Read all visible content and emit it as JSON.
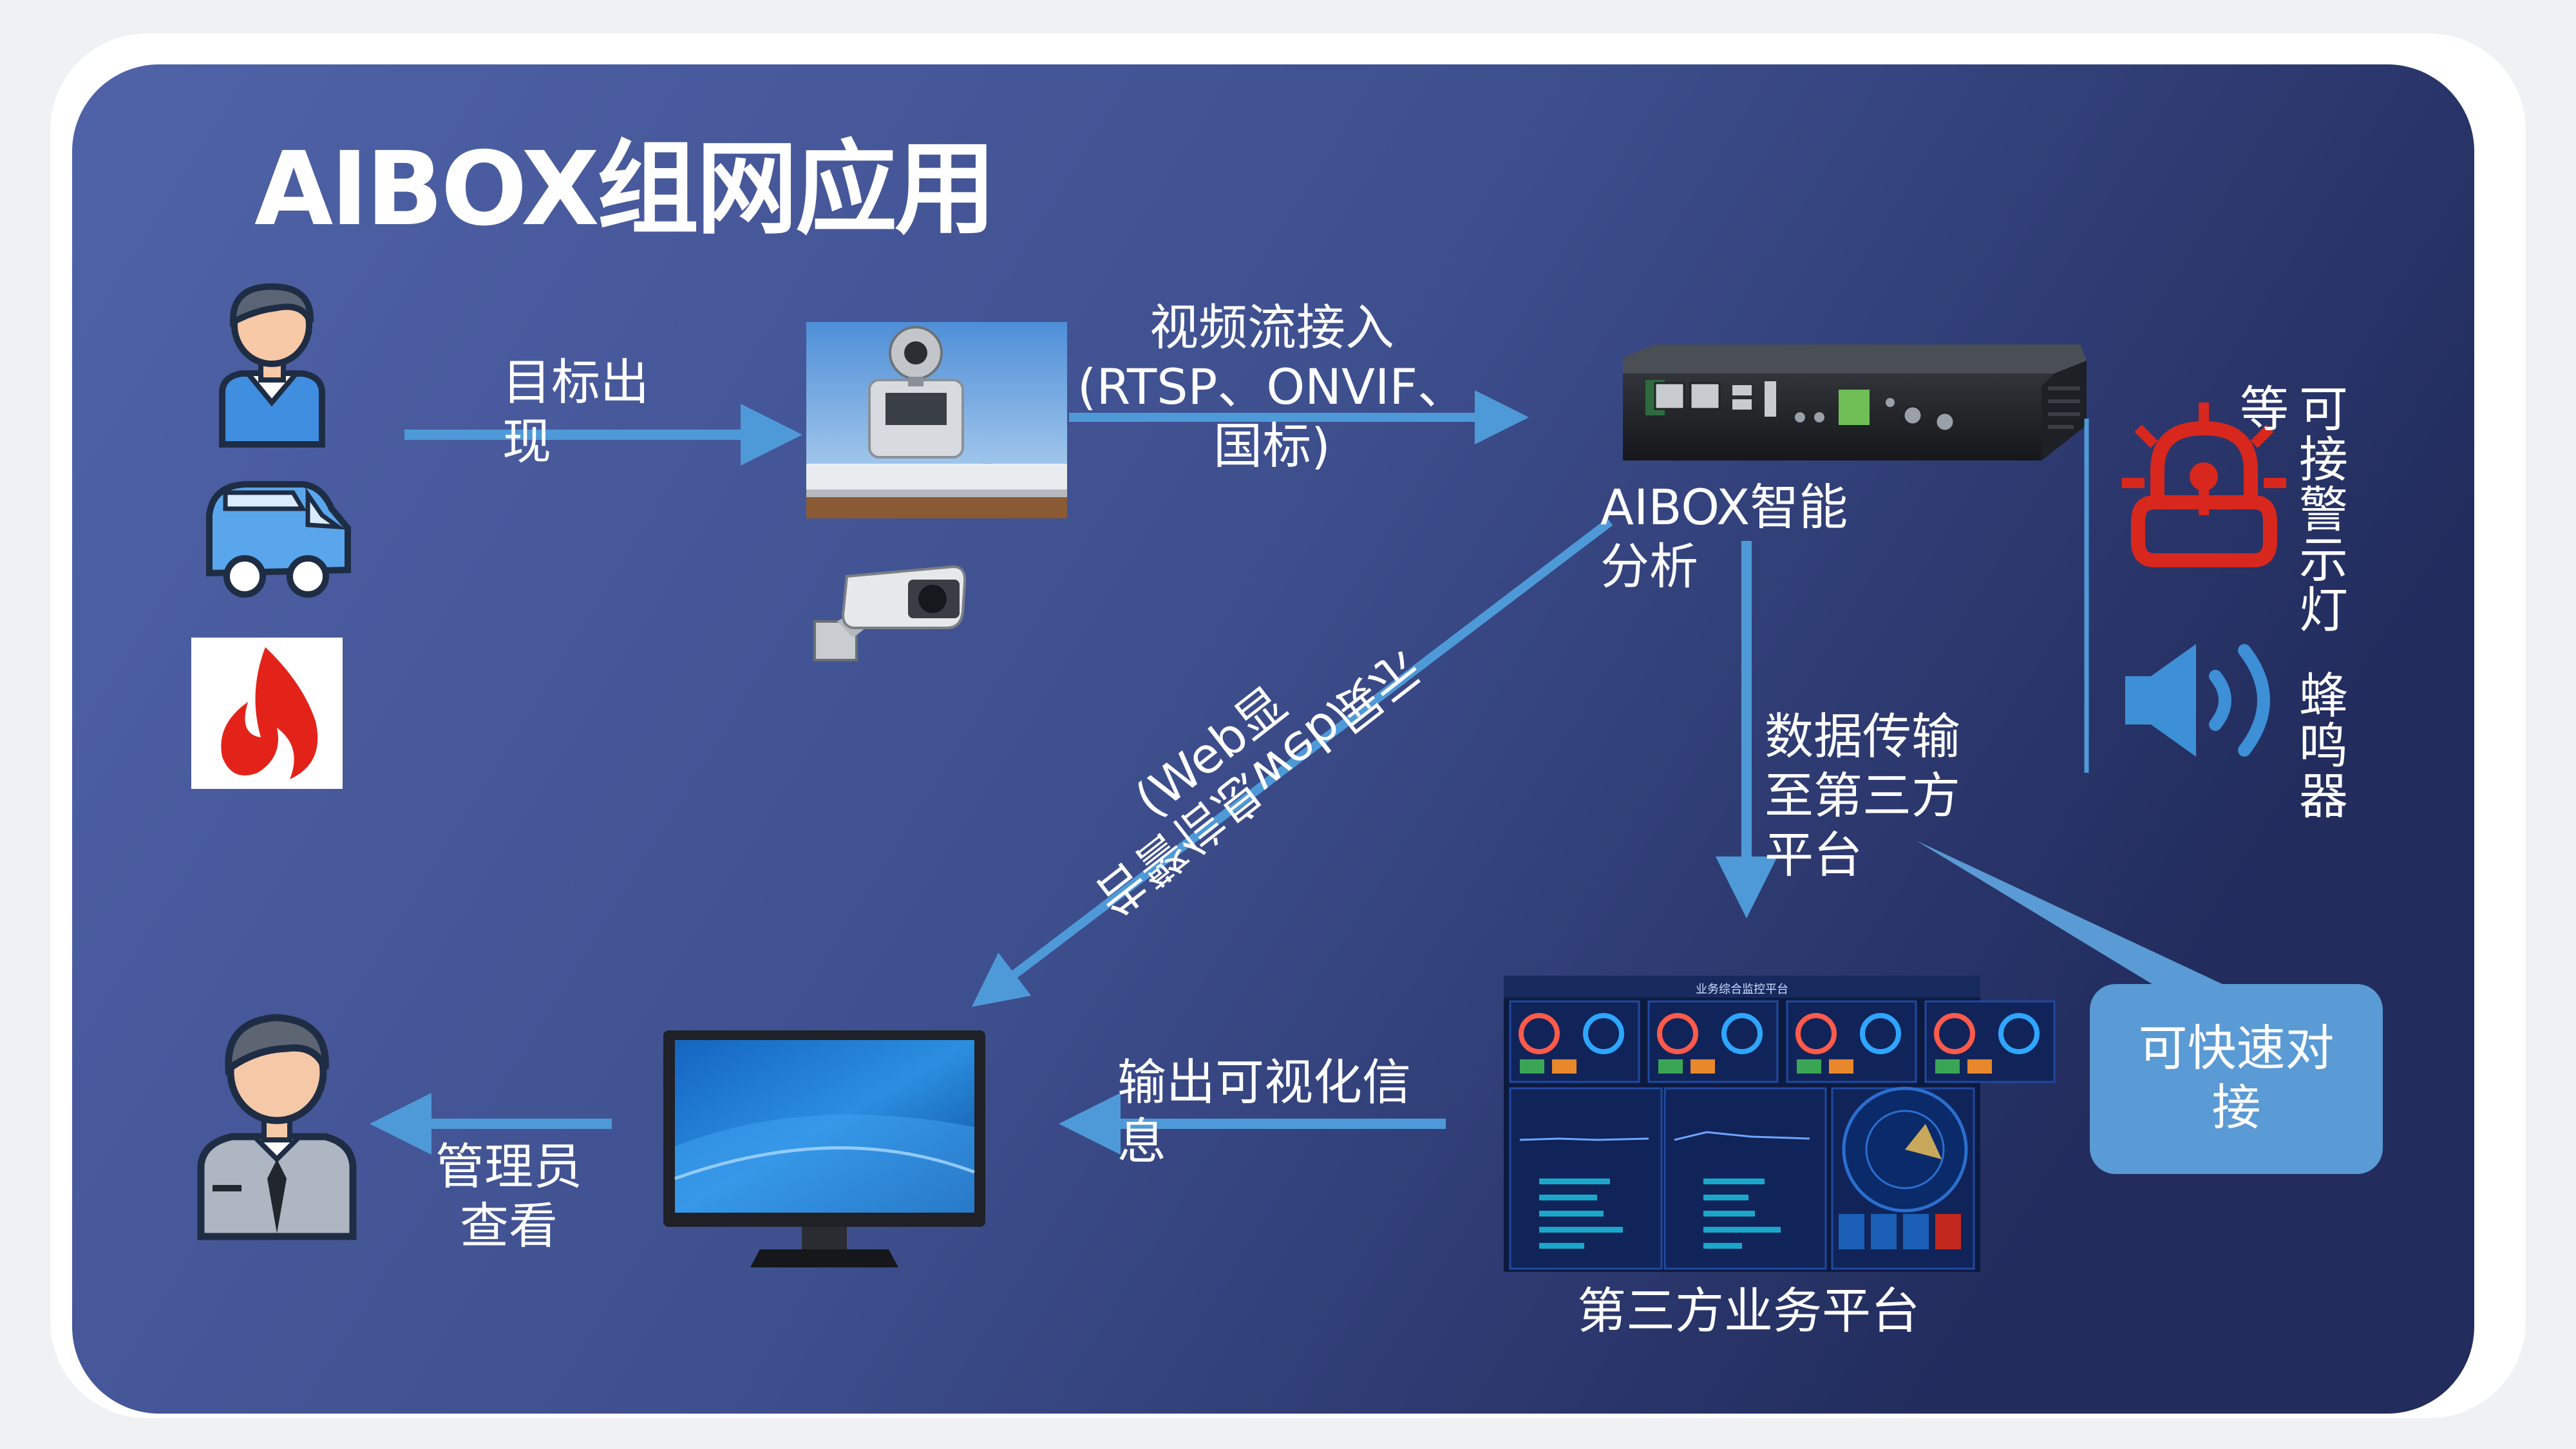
{
  "title": "AIBOX组网应用",
  "labels": {
    "target_appear": "目标出现",
    "video_stream": "视频流接入(RTSP、ONVIF、国标)",
    "aibox_analysis": "AIBOX智能分析",
    "web_display": "(Web显",
    "alarm_info": "告警信息web展示",
    "data_transfer": "数据传输至第三方平台",
    "output_visual": "输出可视化信息",
    "admin_view": "管理员查看",
    "third_party_platform": "第三方业务平台",
    "quick_connect": "可快速对接",
    "warning_light": "可接警示灯等",
    "buzzer": "蜂鸣器"
  },
  "dashboard": {
    "title": "业务综合监控平台"
  },
  "colors": {
    "panel_left": "#4f62a6",
    "panel_right": "#232e60",
    "arrow": "#4e9ad8",
    "alarm_red": "#d8271d",
    "speaker_blue": "#3d8fd6",
    "callout": "#5a9ad5"
  }
}
